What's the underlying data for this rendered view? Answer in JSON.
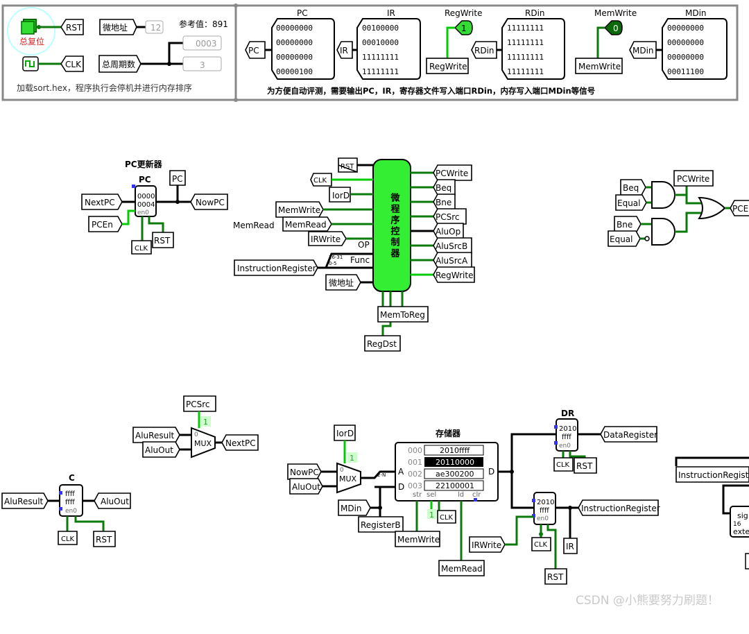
{
  "top_panel": {
    "reset_label": "总复位",
    "rst_tag": "RST",
    "clk_tag": "CLK",
    "micro_addr_label": "微地址",
    "micro_addr_value": "12",
    "reference_label": "参考值：891",
    "cycle_label": "总周期数",
    "cycle_hex": "0003",
    "cycle_dec": "3",
    "note": "加载sort.hex，程序执行会停机并进行内存排序"
  },
  "outputs_panel": {
    "pc": {
      "title": "PC",
      "tag": "PC",
      "rows": [
        "00000000",
        "00000000",
        "00000000",
        "00000100"
      ]
    },
    "ir": {
      "title": "IR",
      "tag": "IR",
      "rows": [
        "00100000",
        "00010000",
        "11111111",
        "11111111"
      ]
    },
    "regwrite": {
      "title": "RegWrite",
      "tag": "RegWrite",
      "value": "1"
    },
    "rdin": {
      "title": "RDin",
      "tag": "RDin",
      "rows": [
        "11111111",
        "11111111",
        "11111111",
        "11111111"
      ]
    },
    "memwrite": {
      "title": "MemWrite",
      "tag": "MemWrite",
      "value": "0"
    },
    "mdin": {
      "title": "MDin",
      "tag": "MDin",
      "rows": [
        "00000000",
        "00000000",
        "00000000",
        "00011100"
      ]
    },
    "note": "为方便自动评测，需要输出PC，IR，寄存器文件写入端口RDin，内存写入端口MDin等信号"
  },
  "pc_updater": {
    "title": "PC更新器",
    "reg_label": "PC",
    "values": [
      "0000",
      "0004"
    ],
    "en": "en0",
    "pc_tag": "PC",
    "nextpc": "NextPC",
    "nowpc": "NowPC",
    "pcen": "PCEn",
    "clk": "CLK",
    "rst": "RST"
  },
  "controller": {
    "name": "微程序控制器",
    "inputs": [
      "RST",
      "CLK",
      "IorD",
      "MemWrite",
      "MemRead",
      "IRWrite"
    ],
    "memread_outer": "MemRead",
    "op": "OP",
    "func": "Func",
    "ir_tag": "InstructionRegister",
    "micro": "微地址",
    "split_top": "26-31",
    "split_bot": "0-5",
    "outputs": [
      "PCWrite",
      "Beq",
      "Bne",
      "PCSrc",
      "AluOp",
      "AluSrcB",
      "AluSrcA",
      "RegWrite"
    ],
    "bottom": [
      "MemToReg",
      "RegDst"
    ]
  },
  "branch_logic": {
    "pcwrite": "PCWrite",
    "beq": "Beq",
    "equal1": "Equal",
    "bne": "Bne",
    "equal2": "Equal",
    "out": "PCE"
  },
  "pc_mux": {
    "pcsrc": "PCSrc",
    "sel": "1",
    "in0": "AluResult",
    "in1": "AluOut",
    "label": "MUX",
    "out": "NextPC",
    "zero": "0"
  },
  "c_reg": {
    "title": "C",
    "vals": [
      "ffff",
      "ffff"
    ],
    "en": "en0",
    "in": "AluResult",
    "out": "AluOut",
    "clk": "CLK",
    "rst": "RST"
  },
  "memory": {
    "title": "存储器",
    "iord": "IorD",
    "sel": "1",
    "in0": "NowPC",
    "in1": "AluOut",
    "mux": "MUX",
    "zero": "0",
    "addr_label": "2-N",
    "a": "A",
    "d_in": "D",
    "d_out": "D",
    "rows": [
      {
        "addr": "000",
        "val": "2010ffff"
      },
      {
        "addr": "001",
        "val": "20110000"
      },
      {
        "addr": "002",
        "val": "ae300200"
      },
      {
        "addr": "003",
        "val": "22100001"
      }
    ],
    "pins": [
      "str",
      "sel",
      "ld",
      "clr"
    ],
    "sel_val": "1",
    "mdin": "MDin",
    "regb": "RegisterB",
    "memwrite": "MemWrite",
    "memread": "MemRead",
    "clk": "CLK"
  },
  "dr_reg": {
    "title": "DR",
    "vals": [
      "2010",
      "ffff"
    ],
    "en": "en0",
    "out": "DataRegister",
    "clk": "CLK",
    "rst": "RST"
  },
  "ir_reg": {
    "title": "IR",
    "vals": [
      "2010",
      "ffff"
    ],
    "en": "en0",
    "out": "InstructionRegister",
    "irwrite": "IRWrite",
    "clk": "CLK",
    "rst": "RST",
    "ir": "IR"
  },
  "right_edge": {
    "ir_tag": "InstructionRegister",
    "sign": "sig",
    "sixteen": "16",
    "ext": "exte"
  },
  "watermark": "CSDN @小熊要努力刷题！"
}
